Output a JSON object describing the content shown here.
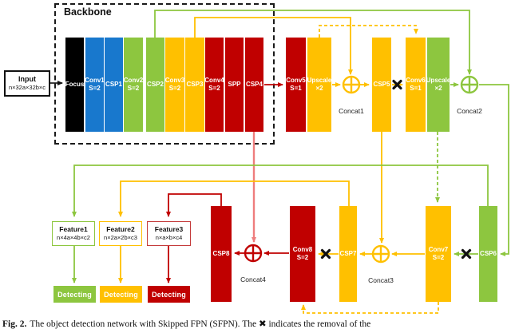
{
  "colors": {
    "black": "#000000",
    "blue": "#1878CD",
    "green": "#8DC63F",
    "yellow": "#FFC000",
    "red": "#C00000",
    "salmon_line": "#EE7D7D"
  },
  "backbone": {
    "title": "Backbone",
    "blocks": [
      {
        "line1": "Focus",
        "line2": ""
      },
      {
        "line1": "Conv1",
        "line2": "S=2"
      },
      {
        "line1": "CSP1",
        "line2": ""
      },
      {
        "line1": "Conv2",
        "line2": "S=2"
      },
      {
        "line1": "CSP2",
        "line2": ""
      },
      {
        "line1": "Conv3",
        "line2": "S=2"
      },
      {
        "line1": "CSP3",
        "line2": ""
      },
      {
        "line1": "Conv4",
        "line2": "S=2"
      },
      {
        "line1": "SPP",
        "line2": ""
      },
      {
        "line1": "CSP4",
        "line2": ""
      }
    ]
  },
  "input_box": {
    "title": "Input",
    "dims": "n×32a×32b×c"
  },
  "neck_top": {
    "blocks": [
      {
        "line1": "Conv5",
        "line2": "S=1"
      },
      {
        "line1": "Upscale",
        "line2": "×2"
      },
      {
        "line1": "CSP5",
        "line2": ""
      },
      {
        "line1": "Conv6",
        "line2": "S=1"
      },
      {
        "line1": "Upscale",
        "line2": "×2"
      }
    ]
  },
  "neck_bottom": {
    "blocks": [
      {
        "line1": "CSP8",
        "line2": ""
      },
      {
        "line1": "Conv8",
        "line2": "S=2"
      },
      {
        "line1": "CSP7",
        "line2": ""
      },
      {
        "line1": "Conv7",
        "line2": "S=2"
      },
      {
        "line1": "CSP6",
        "line2": ""
      }
    ]
  },
  "concats": {
    "labels": [
      "Concat1",
      "Concat2",
      "Concat3",
      "Concat4"
    ]
  },
  "features": {
    "boxes": [
      {
        "name": "Feature1",
        "dims": "n×4a×4b×c2"
      },
      {
        "name": "Feature2",
        "dims": "n×2a×2b×c3"
      },
      {
        "name": "Feature3",
        "dims": "n×a×b×c4"
      }
    ]
  },
  "detecting": {
    "labels": [
      "Detecting",
      "Detecting",
      "Detecting"
    ]
  },
  "caption": {
    "prefix": "Fig. 2.",
    "text": "The object detection network with Skipped FPN (SFPN). The ✖ indicates the removal of the"
  }
}
